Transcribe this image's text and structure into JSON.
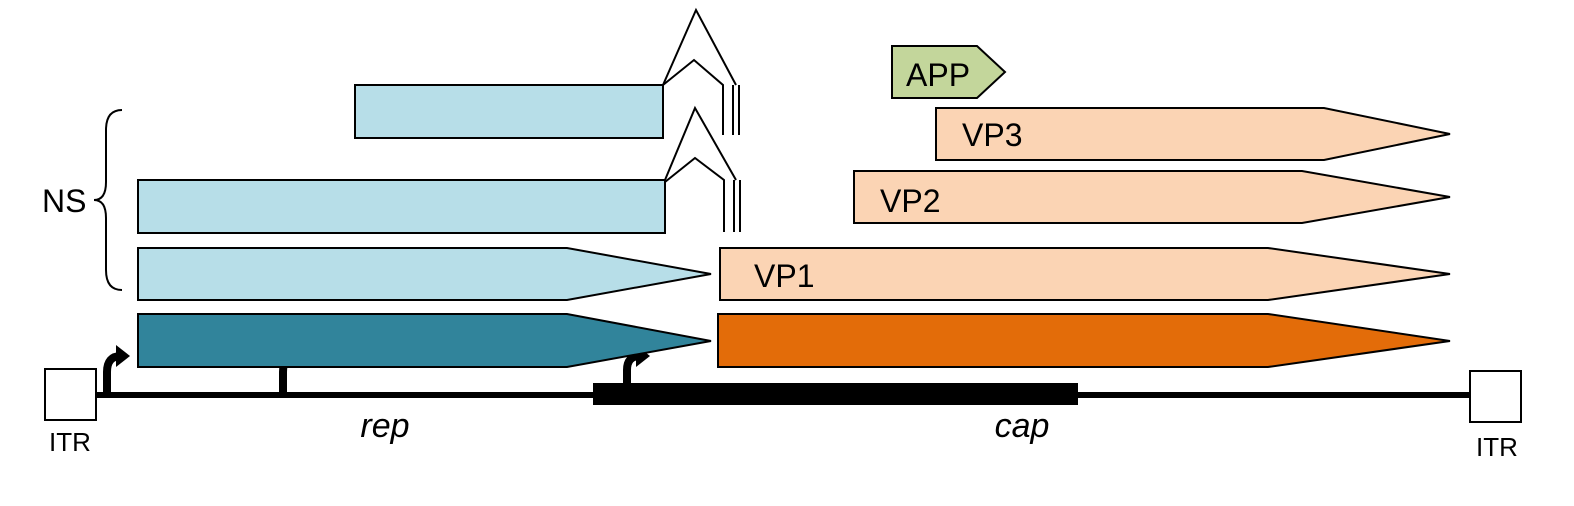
{
  "labels": {
    "ns": "NS",
    "itr_left": "ITR",
    "itr_right": "ITR",
    "rep": "rep",
    "cap": "cap",
    "vp1": "VP1",
    "vp2": "VP2",
    "vp3": "VP3",
    "app": "APP"
  },
  "colors": {
    "rep_gene": "#31849B",
    "cap_gene": "#E36C09",
    "ns_transcript": "#B7DEE8",
    "vp_transcript": "#FBD4B4",
    "app_protein": "#C3D69B",
    "outline": "#000000",
    "background": "#FFFFFF"
  },
  "icons": {
    "promoter_arrow": "promoter-arrow-icon",
    "splice_junction": "splice-junction-icon",
    "curly_brace": "curly-brace-icon"
  }
}
